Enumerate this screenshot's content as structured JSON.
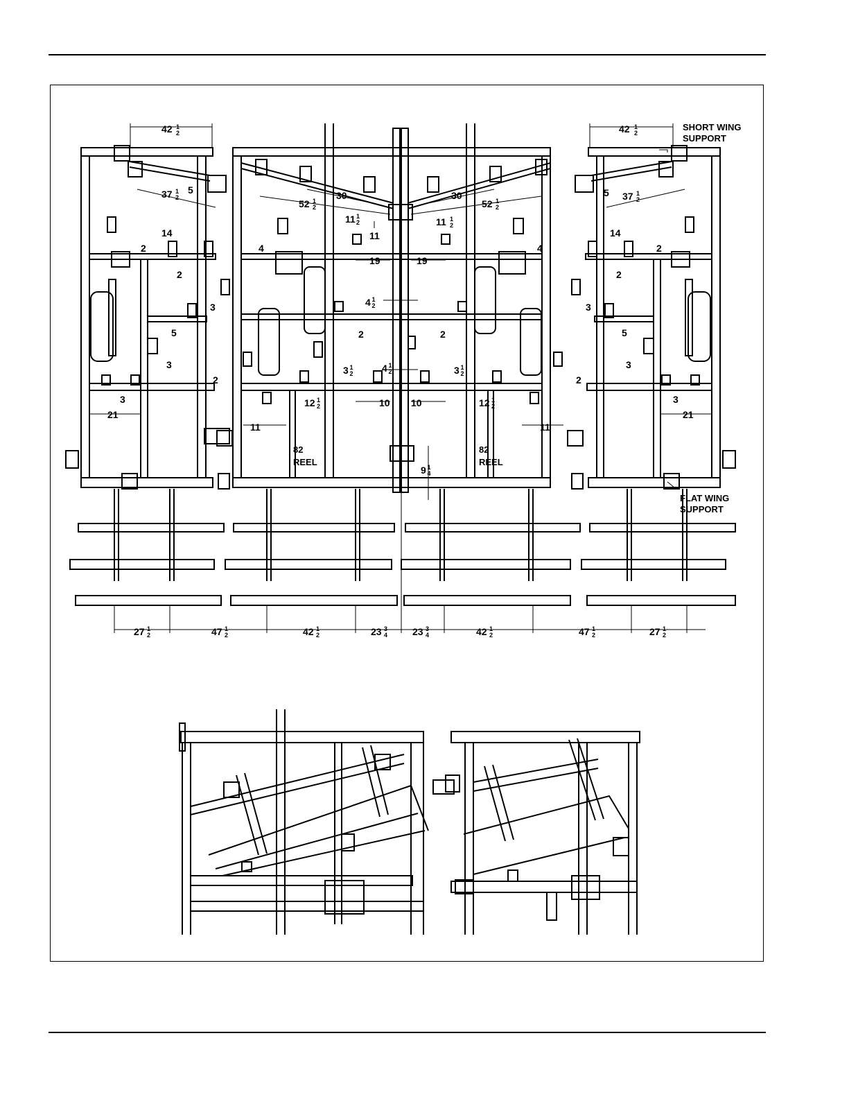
{
  "callouts": {
    "short_wing_line1": "SHORT WING",
    "short_wing_line2": "SUPPORT",
    "flat_wing_line1": "FLAT WING",
    "flat_wing_line2": "SUPPORT",
    "reel_left_num": "82",
    "reel_left_word": "REEL",
    "reel_right_num": "82",
    "reel_right_word": "REEL"
  },
  "top_dims": {
    "wing_width_left": [
      "42",
      "1",
      "2"
    ],
    "wing_width_right": [
      "42",
      "1",
      "2"
    ],
    "tine_bar_left": [
      "37",
      "1",
      "2"
    ],
    "tine_bar_right": [
      "37",
      "1",
      "2"
    ],
    "angle_left": "5",
    "angle_right": "5",
    "center_bar_left": [
      "52",
      "1",
      "2"
    ],
    "center_bar_right": [
      "52",
      "1",
      "2"
    ],
    "inner_left": "30",
    "inner_right": "30",
    "center_angle_left": [
      "11",
      "1",
      "2"
    ],
    "center_angle_right": [
      "11",
      "1",
      "2"
    ],
    "center_drop": "11"
  },
  "frame_dims": [
    {
      "id": "14-l",
      "text": "14"
    },
    {
      "id": "14-r",
      "text": "14"
    },
    {
      "id": "2-a",
      "text": "2"
    },
    {
      "id": "4-l",
      "text": "4"
    },
    {
      "id": "4-r",
      "text": "4"
    },
    {
      "id": "2-b",
      "text": "2"
    },
    {
      "id": "19-l",
      "text": "19"
    },
    {
      "id": "19-r",
      "text": "19"
    },
    {
      "id": "2-c",
      "text": "2"
    },
    {
      "id": "2-d",
      "text": "2"
    },
    {
      "id": "3-a",
      "text": "3"
    },
    {
      "id": "3-b",
      "text": "3"
    },
    {
      "id": "5-l",
      "text": "5"
    },
    {
      "id": "5-r",
      "text": "5"
    },
    {
      "id": "2-e",
      "text": "2"
    },
    {
      "id": "2-f",
      "text": "2"
    },
    {
      "id": "3-c",
      "text": "3"
    },
    {
      "id": "3-d",
      "text": "3"
    },
    {
      "id": "2-g",
      "text": "2"
    },
    {
      "id": "2-h",
      "text": "2"
    },
    {
      "id": "3-e",
      "text": "3"
    },
    {
      "id": "3-f",
      "text": "3"
    },
    {
      "id": "21-l",
      "text": "21"
    },
    {
      "id": "21-r",
      "text": "21"
    },
    {
      "id": "10-l",
      "text": "10"
    },
    {
      "id": "10-r",
      "text": "10"
    },
    {
      "id": "11-l",
      "text": "11"
    },
    {
      "id": "11-r",
      "text": "11"
    }
  ],
  "frac_dims": [
    {
      "id": "45-top",
      "whole": "4",
      "num": "1",
      "den": "2"
    },
    {
      "id": "35-l",
      "whole": "3",
      "num": "1",
      "den": "2"
    },
    {
      "id": "45-mid",
      "whole": "4",
      "num": "1",
      "den": "2"
    },
    {
      "id": "35-r",
      "whole": "3",
      "num": "1",
      "den": "2"
    },
    {
      "id": "125-l",
      "whole": "12",
      "num": "1",
      "den": "2"
    },
    {
      "id": "125-r",
      "whole": "12",
      "num": "1",
      "den": "2"
    },
    {
      "id": "925",
      "whole": "9",
      "num": "1",
      "den": "4"
    }
  ],
  "bottom_dims": [
    {
      "whole": "27",
      "num": "1",
      "den": "2"
    },
    {
      "whole": "47",
      "num": "1",
      "den": "2"
    },
    {
      "whole": "42",
      "num": "1",
      "den": "2"
    },
    {
      "whole": "23",
      "num": "3",
      "den": "4"
    },
    {
      "whole": "23",
      "num": "3",
      "den": "4"
    },
    {
      "whole": "42",
      "num": "1",
      "den": "2"
    },
    {
      "whole": "47",
      "num": "1",
      "den": "2"
    },
    {
      "whole": "27",
      "num": "1",
      "den": "2"
    }
  ]
}
